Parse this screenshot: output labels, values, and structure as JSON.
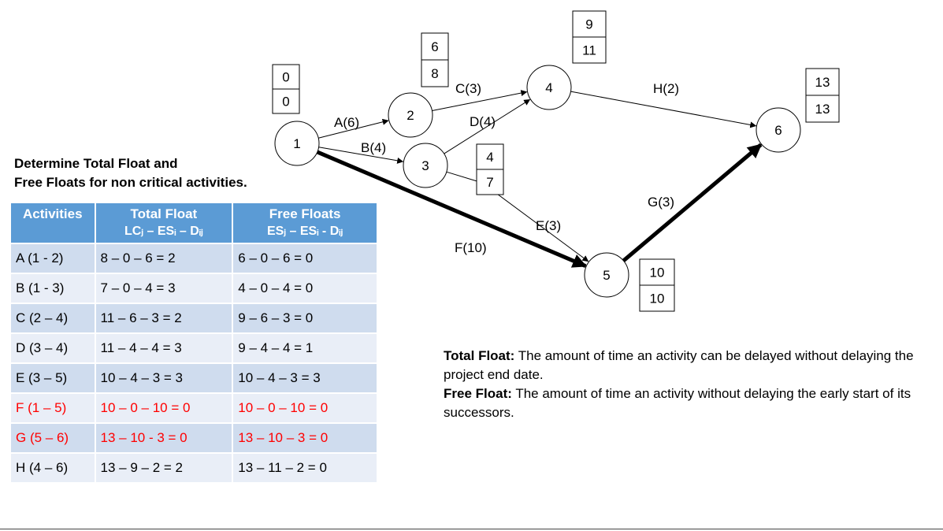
{
  "heading": {
    "line1": "Determine Total Float and",
    "line2": "Free Floats for non critical activities."
  },
  "table": {
    "headers": {
      "activities": "Activities",
      "total_float": "Total Float",
      "total_float_formula": "LCⱼ – ESᵢ – Dᵢⱼ",
      "free_floats": "Free Floats",
      "free_floats_formula": "ESⱼ – ESᵢ - Dᵢⱼ"
    },
    "rows": [
      {
        "activity": "A (1 - 2)",
        "total": "8 – 0 – 6 = 2",
        "free": "6 – 0 – 6 = 0",
        "critical": false
      },
      {
        "activity": "B (1 - 3)",
        "total": "7 – 0 – 4 = 3",
        "free": "4 – 0 – 4 = 0",
        "critical": false
      },
      {
        "activity": "C (2 – 4)",
        "total": "11 – 6 – 3 = 2",
        "free": "9 – 6 – 3 = 0",
        "critical": false
      },
      {
        "activity": "D (3 – 4)",
        "total": "11 – 4 – 4 = 3",
        "free": "9 – 4 – 4 = 1",
        "critical": false
      },
      {
        "activity": "E (3 – 5)",
        "total": "10 – 4 – 3 = 3",
        "free": "10 – 4 – 3 = 3",
        "critical": false
      },
      {
        "activity": "F (1 – 5)",
        "total": "10 – 0 – 10 = 0",
        "free": "10 – 0 – 10 = 0",
        "critical": true
      },
      {
        "activity": "G (5 – 6)",
        "total": "13 – 10  - 3 = 0",
        "free": "13 – 10 – 3 = 0",
        "critical": true
      },
      {
        "activity": "H (4 – 6)",
        "total": "13 – 9 – 2 = 2",
        "free": "13 – 11 – 2 = 0",
        "critical": false
      }
    ]
  },
  "definitions": {
    "total_float_term": "Total Float:",
    "total_float_text": " The amount of time an activity can be delayed without delaying the project end date.",
    "free_float_term": "Free Float:",
    "free_float_text": " The amount of time an activity without delaying the early start of its successors."
  },
  "network": {
    "nodes": [
      {
        "id": "1",
        "label": "1",
        "es": "0",
        "lf": "0"
      },
      {
        "id": "2",
        "label": "2",
        "es": "6",
        "lf": "8"
      },
      {
        "id": "3",
        "label": "3",
        "es": "4",
        "lf": "7"
      },
      {
        "id": "4",
        "label": "4",
        "es": "9",
        "lf": "11"
      },
      {
        "id": "5",
        "label": "5",
        "es": "10",
        "lf": "10"
      },
      {
        "id": "6",
        "label": "6",
        "es": "13",
        "lf": "13"
      }
    ],
    "activities": [
      {
        "id": "A",
        "label": "A(6)",
        "from": "1",
        "to": "2",
        "critical": false
      },
      {
        "id": "B",
        "label": "B(4)",
        "from": "1",
        "to": "3",
        "critical": false
      },
      {
        "id": "C",
        "label": "C(3)",
        "from": "2",
        "to": "4",
        "critical": false
      },
      {
        "id": "D",
        "label": "D(4)",
        "from": "3",
        "to": "4",
        "critical": false
      },
      {
        "id": "E",
        "label": "E(3)",
        "from": "3",
        "to": "5",
        "critical": false
      },
      {
        "id": "F",
        "label": "F(10)",
        "from": "1",
        "to": "5",
        "critical": true
      },
      {
        "id": "G",
        "label": "G(3)",
        "from": "5",
        "to": "6",
        "critical": true
      },
      {
        "id": "H",
        "label": "H(2)",
        "from": "4",
        "to": "6",
        "critical": false
      }
    ]
  },
  "colors": {
    "header_blue": "#5b9bd5",
    "row_dark": "#cfdcee",
    "row_light": "#e9eef7",
    "critical_red": "#ff0000"
  }
}
